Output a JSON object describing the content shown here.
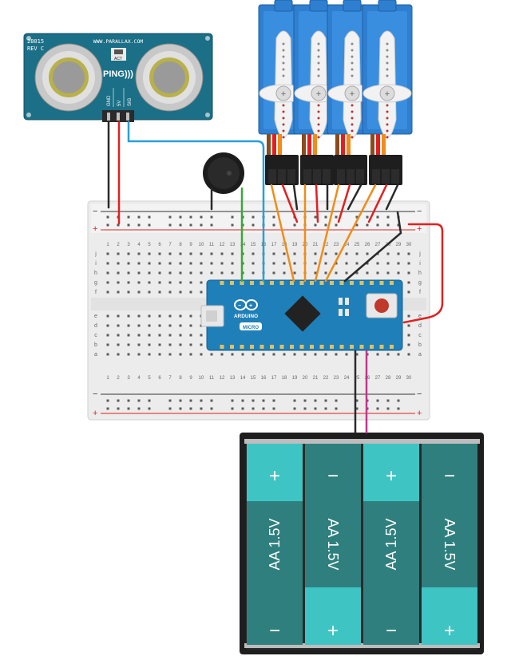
{
  "ping_sensor": {
    "part_number": "28015",
    "revision": "REV C",
    "website": "WWW.PARALLAX.COM",
    "brand": "PING)))",
    "act_label": "ACT",
    "pins": [
      "GND",
      "5V",
      "SIG"
    ]
  },
  "arduino": {
    "logo_text": "ARDUINO",
    "model": "MICRO"
  },
  "breadboard": {
    "column_numbers": [
      "1",
      "2",
      "3",
      "4",
      "5",
      "6",
      "7",
      "8",
      "9",
      "10",
      "11",
      "12",
      "13",
      "14",
      "15",
      "16",
      "17",
      "18",
      "19",
      "20",
      "21",
      "22",
      "23",
      "24",
      "25",
      "26",
      "27",
      "28",
      "29",
      "30"
    ],
    "top_row_letters": [
      "j",
      "i",
      "h",
      "g",
      "f"
    ],
    "bottom_row_letters": [
      "e",
      "d",
      "c",
      "b",
      "a"
    ],
    "rail_minus": "−",
    "rail_plus": "+"
  },
  "servos": {
    "count": 4
  },
  "battery_pack": {
    "cells": [
      {
        "label": "AA 1.5V",
        "top_symbol": "+",
        "bottom_symbol": "−"
      },
      {
        "label": "AA 1.5V",
        "top_symbol": "−",
        "bottom_symbol": "+"
      },
      {
        "label": "AA 1.5V",
        "top_symbol": "+",
        "bottom_symbol": "−"
      },
      {
        "label": "AA 1.5V",
        "top_symbol": "−",
        "bottom_symbol": "+"
      }
    ]
  },
  "colors": {
    "wire_black": "#2a2a2a",
    "wire_red": "#e02020",
    "wire_blue": "#2a9fd8",
    "wire_green": "#3aa83a",
    "wire_orange": "#f08c1a",
    "wire_brown": "#8b4a1c",
    "wire_magenta": "#c0388a",
    "pcb_teal": "#1b6f86",
    "arduino_blue": "#1f7fb8",
    "servo_blue": "#2f7fd0",
    "battery_teal": "#2f7f7f",
    "battery_light": "#3fc4c4"
  }
}
